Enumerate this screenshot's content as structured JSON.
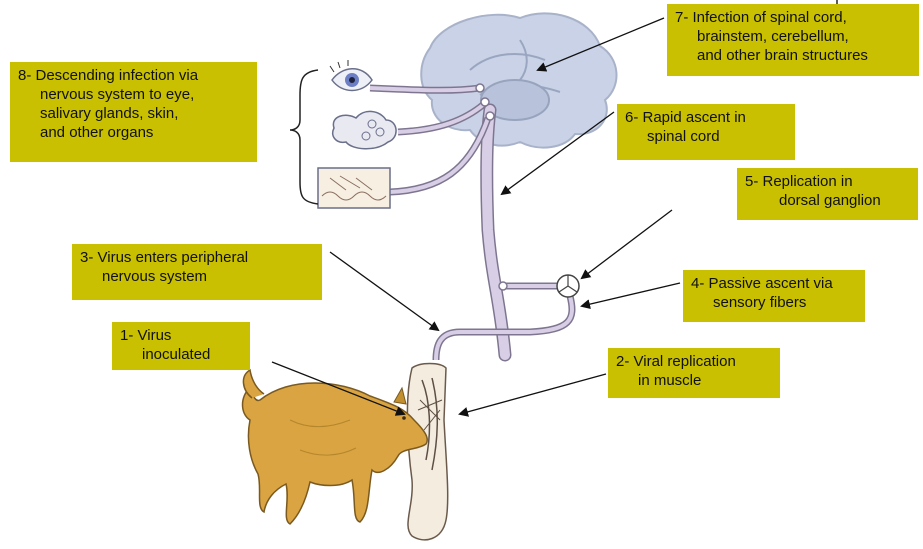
{
  "labels": {
    "l1": {
      "lines": [
        "1- Virus",
        "inoculated"
      ]
    },
    "l2": {
      "lines": [
        "2- Viral replication",
        "in muscle"
      ]
    },
    "l3": {
      "lines": [
        "3- Virus enters peripheral",
        "nervous system"
      ]
    },
    "l4": {
      "lines": [
        "4- Passive ascent via",
        "sensory fibers"
      ]
    },
    "l5": {
      "lines": [
        "5- Replication in",
        "dorsal ganglion"
      ]
    },
    "l6": {
      "lines": [
        "6- Rapid ascent in",
        "spinal cord"
      ]
    },
    "l7": {
      "lines": [
        "7- Infection of spinal cord,",
        "brainstem, cerebellum,",
        "and other brain structures"
      ]
    },
    "l8": {
      "lines": [
        "8- Descending infection via",
        "nervous system to eye,",
        "salivary glands, skin,",
        "and other organs"
      ]
    }
  },
  "colors": {
    "label_bg": "#c8c000",
    "brain": "#c9d2e6",
    "nerve": "#d8cfe6",
    "dog": "#d9a441",
    "arrow": "#111111"
  }
}
